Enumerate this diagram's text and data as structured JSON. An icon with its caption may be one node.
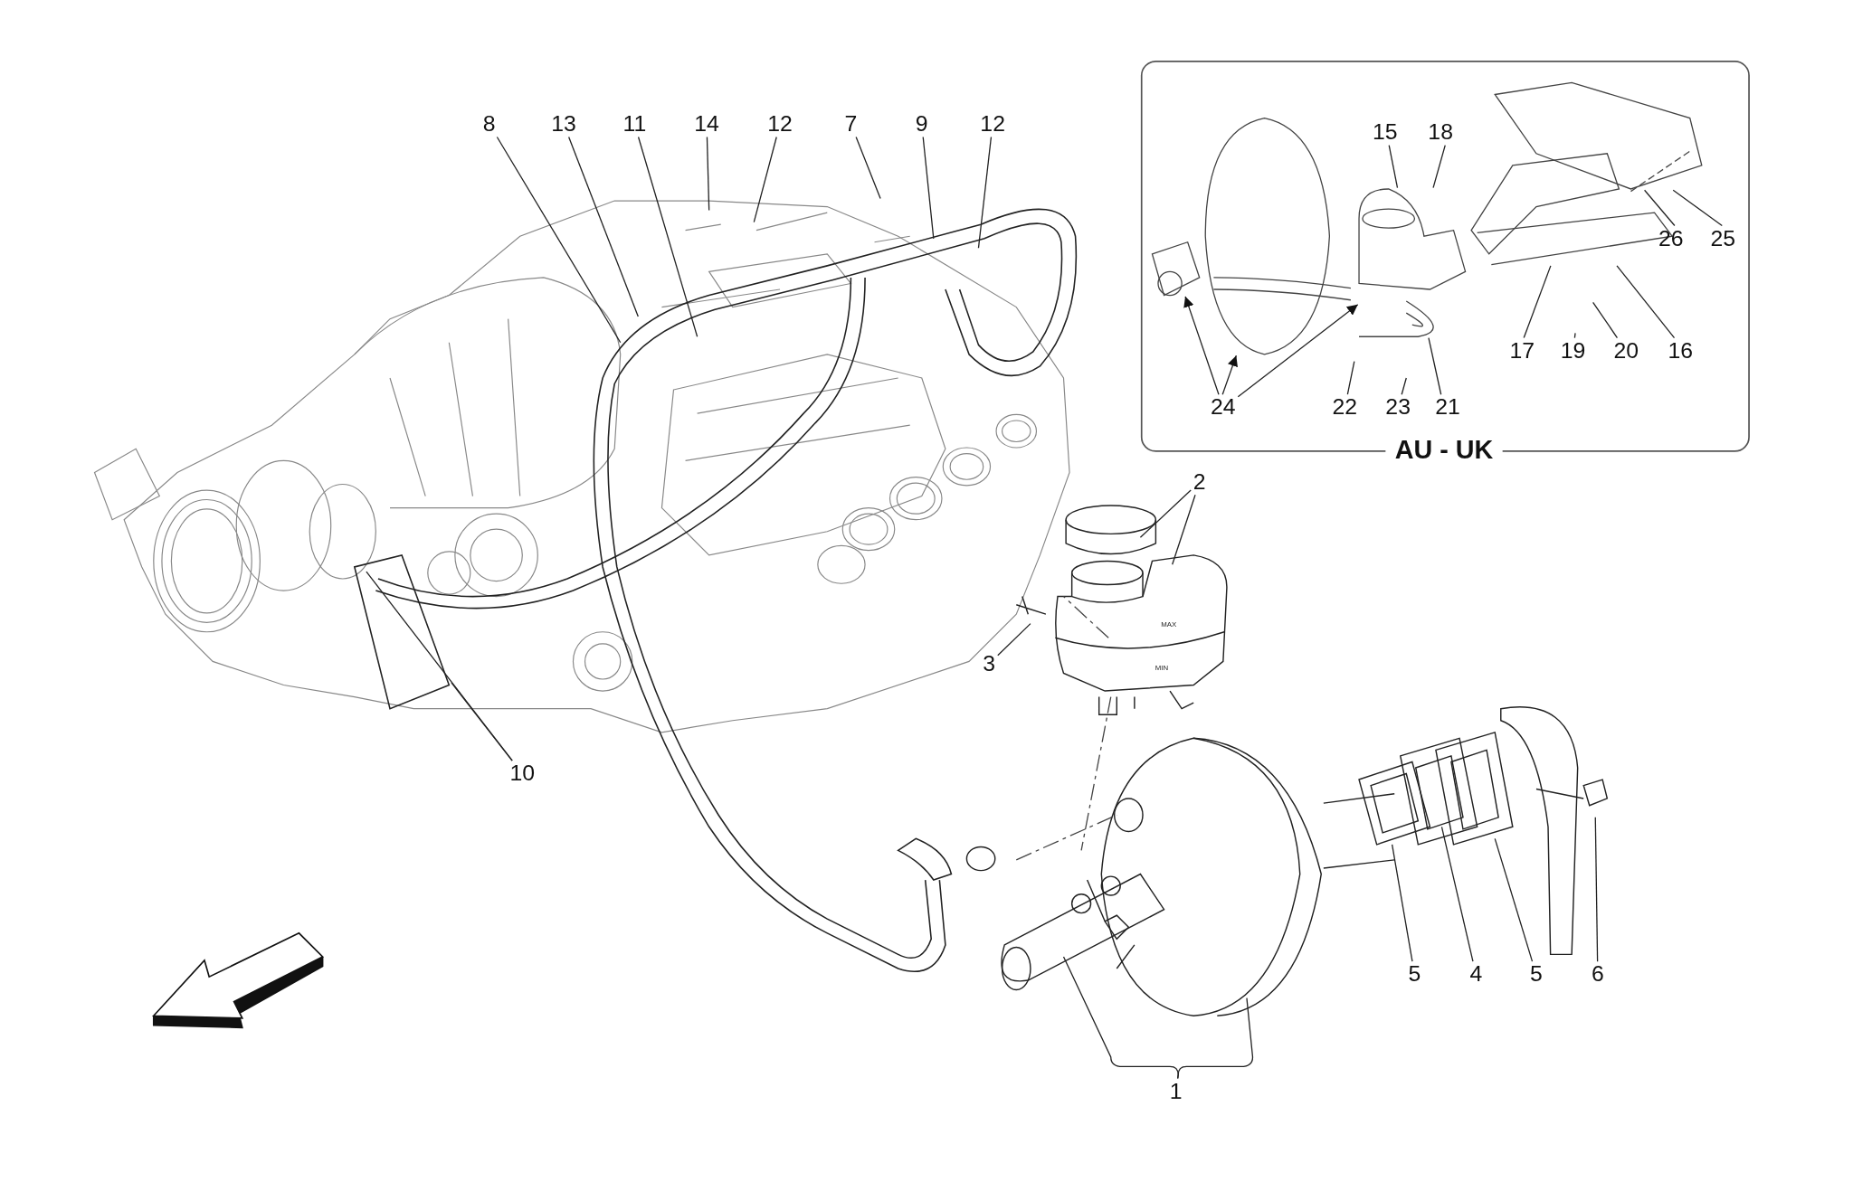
{
  "diagram": {
    "nodes": [
      {
        "text": [
          "8"
        ]
      },
      {
        "text": [
          "13"
        ]
      },
      {
        "text": [
          "11"
        ]
      },
      {
        "text": [
          "14"
        ]
      },
      {
        "text": [
          "12"
        ]
      },
      {
        "text": [
          "7"
        ]
      },
      {
        "text": [
          "9"
        ]
      },
      {
        "text": [
          "12"
        ]
      },
      {
        "text": [
          "15"
        ]
      },
      {
        "text": [
          "18"
        ]
      },
      {
        "text": [
          "26"
        ]
      },
      {
        "text": [
          "25"
        ]
      },
      {
        "text": [
          "17"
        ]
      },
      {
        "text": [
          "19"
        ]
      },
      {
        "text": [
          "20"
        ]
      },
      {
        "text": [
          "16"
        ]
      },
      {
        "text": [
          "24"
        ]
      },
      {
        "text": [
          "22"
        ]
      },
      {
        "text": [
          "23"
        ]
      },
      {
        "text": [
          "21"
        ]
      },
      {
        "text": [],
        "shape": "picture"
      },
      {
        "text": [],
        "shape": "picture"
      },
      {
        "text": [],
        "shape": "picture"
      },
      {
        "text": [
          "2"
        ]
      },
      {
        "text": [
          "3"
        ]
      },
      {
        "text": [
          "10"
        ]
      },
      {
        "text": [
          "5"
        ]
      },
      {
        "text": [
          "4"
        ]
      },
      {
        "text": [
          "5"
        ]
      },
      {
        "text": [
          "6"
        ]
      },
      {
        "text": [
          "1"
        ]
      },
      {
        "text": [],
        "shape": "picture"
      },
      {
        "text": [],
        "shape": "picture"
      }
    ],
    "edges": [
      {
        "from": 0,
        "to": null,
        "arrow": "none"
      },
      {
        "from": 1,
        "to": null,
        "arrow": "none"
      },
      {
        "from": 2,
        "to": null,
        "arrow": "none"
      },
      {
        "from": 3,
        "to": null,
        "arrow": "none"
      },
      {
        "from": 4,
        "to": null,
        "arrow": "none"
      },
      {
        "from": 5,
        "to": null,
        "arrow": "none"
      },
      {
        "from": 6,
        "to": null,
        "arrow": "none"
      },
      {
        "from": 7,
        "to": null,
        "arrow": "none"
      },
      {
        "from": 8,
        "to": 22,
        "arrow": "none"
      },
      {
        "from": 9,
        "to": 22,
        "arrow": "none"
      },
      {
        "from": 10,
        "to": 32,
        "arrow": "none"
      },
      {
        "from": 11,
        "to": 32,
        "arrow": "none"
      },
      {
        "from": 12,
        "to": 31,
        "arrow": "none"
      },
      {
        "from": 13,
        "to": null,
        "arrow": "none"
      },
      {
        "from": 14,
        "to": null,
        "arrow": "none"
      },
      {
        "from": 15,
        "to": 31,
        "arrow": "none"
      },
      {
        "from": 16,
        "to": 20,
        "arrow": "to"
      },
      {
        "from": 16,
        "to": 21,
        "arrow": "to"
      },
      {
        "from": 16,
        "to": 22,
        "arrow": "to"
      },
      {
        "from": 17,
        "to": null,
        "arrow": "none"
      },
      {
        "from": 18,
        "to": null,
        "arrow": "none"
      },
      {
        "from": 19,
        "to": 22,
        "arrow": "none"
      },
      {
        "from": 23,
        "to": null,
        "arrow": "none"
      },
      {
        "from": 23,
        "to": null,
        "arrow": "none"
      },
      {
        "from": 24,
        "to": null,
        "arrow": "none"
      },
      {
        "from": 25,
        "to": null,
        "arrow": "none"
      },
      {
        "from": 25,
        "to": null,
        "arrow": "none"
      },
      {
        "from": 26,
        "to": null,
        "arrow": "none"
      },
      {
        "from": 27,
        "to": null,
        "arrow": "none"
      },
      {
        "from": 28,
        "to": null,
        "arrow": "none"
      },
      {
        "from": 29,
        "to": null,
        "arrow": "none"
      },
      {
        "from": 30,
        "to": null,
        "arrow": "none"
      },
      {
        "from": 30,
        "to": null,
        "arrow": "none"
      }
    ],
    "labels": [
      "AU - UK",
      "MAX",
      "MIN"
    ]
  }
}
